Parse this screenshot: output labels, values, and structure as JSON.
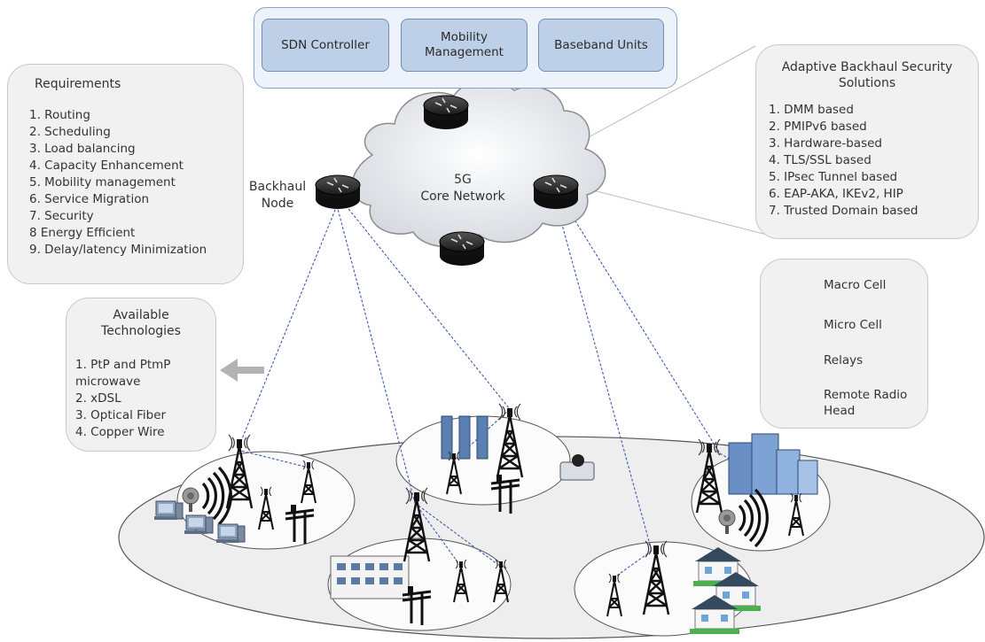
{
  "top_units": [
    "SDN Controller",
    "Mobility Management",
    "Baseband Units"
  ],
  "requirements": {
    "title": "Requirements",
    "items": [
      "1. Routing",
      "2. Scheduling",
      "3. Load balancing",
      "4. Capacity Enhancement",
      "5. Mobility management",
      "6. Service Migration",
      "7. Security",
      "8 Energy Efficient",
      "9. Delay/latency Minimization"
    ]
  },
  "technologies": {
    "title_line1": "Available",
    "title_line2": "Technologies",
    "items": [
      "1. PtP and PtmP",
      "microwave",
      "2. xDSL",
      "3. Optical Fiber",
      "4. Copper Wire"
    ]
  },
  "security": {
    "title_line1": "Adaptive Backhaul Security",
    "title_line2": "Solutions",
    "items": [
      "1. DMM based",
      "2. PMIPv6 based",
      "3. Hardware-based",
      "4. TLS/SSL based",
      "5. IPsec Tunnel based",
      "6. EAP-AKA, IKEv2, HIP",
      "7. Trusted Domain based"
    ]
  },
  "core": {
    "line1": "5G",
    "line2": "Core Network"
  },
  "backhaul_label": {
    "line1": "Backhaul",
    "line2": "Node"
  },
  "legend": {
    "macro": "Macro Cell",
    "micro": "Micro Cell",
    "relays": "Relays",
    "rrh_line1": "Remote Radio",
    "rrh_line2": "Head"
  },
  "icons": {
    "router": "router-icon",
    "macro": "macro-cell-tower-icon",
    "micro": "micro-cell-tower-icon",
    "relay": "relay-dish-icon",
    "rrh": "remote-radio-head-icon",
    "arrow": "left-arrow-icon"
  },
  "colors": {
    "panel_fill": "#f1f1f1",
    "unit_fill": "#bed0e8",
    "link_line": "#3b5bb5",
    "router": "#111111"
  }
}
